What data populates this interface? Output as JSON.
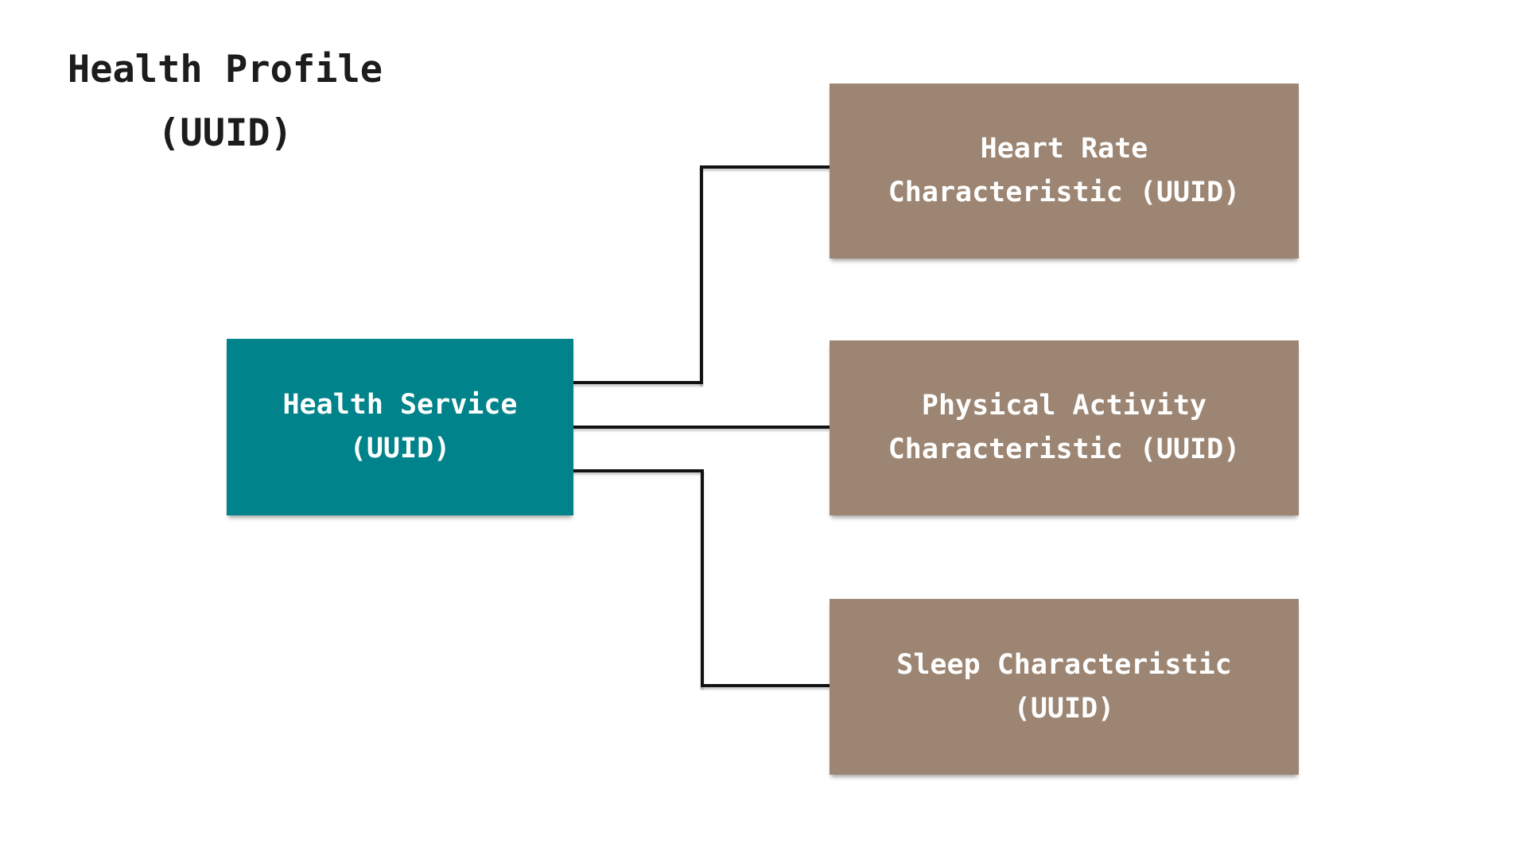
{
  "title": {
    "line1": "Health Profile",
    "line2": "(UUID)"
  },
  "diagram": {
    "nodes": [
      {
        "id": "health-service",
        "role": "service",
        "line1": "Health Service",
        "line2": "(UUID)",
        "color": "#00838a",
        "text_color": "#ffffff"
      },
      {
        "id": "heart-rate",
        "role": "characteristic",
        "line1": "Heart Rate",
        "line2": "Characteristic (UUID)",
        "color": "#9c8572",
        "text_color": "#ffffff"
      },
      {
        "id": "physical-activity",
        "role": "characteristic",
        "line1": "Physical Activity",
        "line2": "Characteristic (UUID)",
        "color": "#9c8572",
        "text_color": "#ffffff"
      },
      {
        "id": "sleep",
        "role": "characteristic",
        "line1": "Sleep Characteristic",
        "line2": "(UUID)",
        "color": "#9c8572",
        "text_color": "#ffffff"
      }
    ],
    "edges": [
      {
        "from": "health-service",
        "to": "heart-rate"
      },
      {
        "from": "health-service",
        "to": "physical-activity"
      },
      {
        "from": "health-service",
        "to": "sleep"
      }
    ],
    "connector_color": "#121212",
    "background": "#ffffff",
    "title_color": "#1c1c1c"
  }
}
